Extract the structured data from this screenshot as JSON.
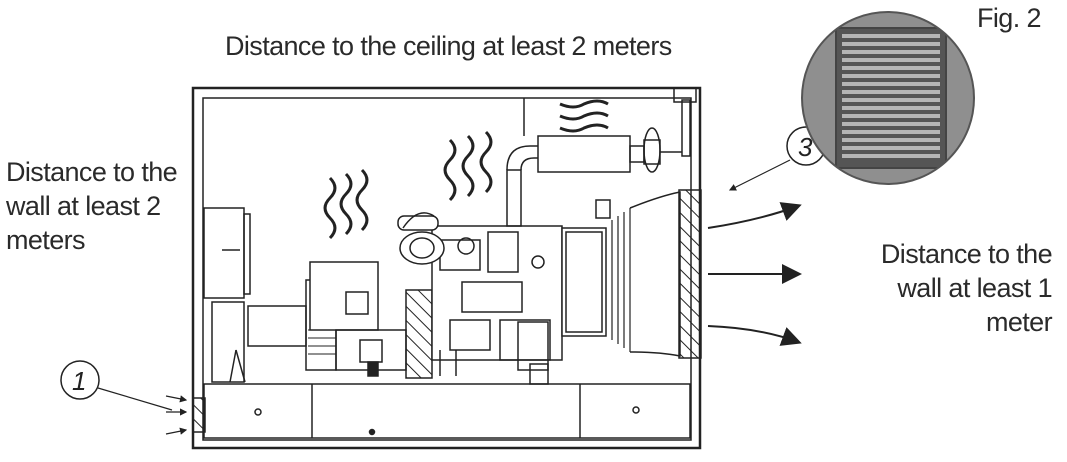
{
  "texts": {
    "top_caption": "Distance to the ceiling at least 2 meters",
    "figure_label": "Fig. 2",
    "left_note": [
      "Distance to the",
      "wall at least 2",
      "meters"
    ],
    "right_note": [
      "Distance to the",
      "wall at least 1",
      "meter"
    ]
  },
  "callouts": [
    "1",
    "3"
  ],
  "icons": [
    "heat-wave-icon",
    "airflow-arrow-icon",
    "louver-grille-icon"
  ],
  "colors": {
    "line": "#222222",
    "louver": "#8a8a8a",
    "background": "#ffffff"
  }
}
